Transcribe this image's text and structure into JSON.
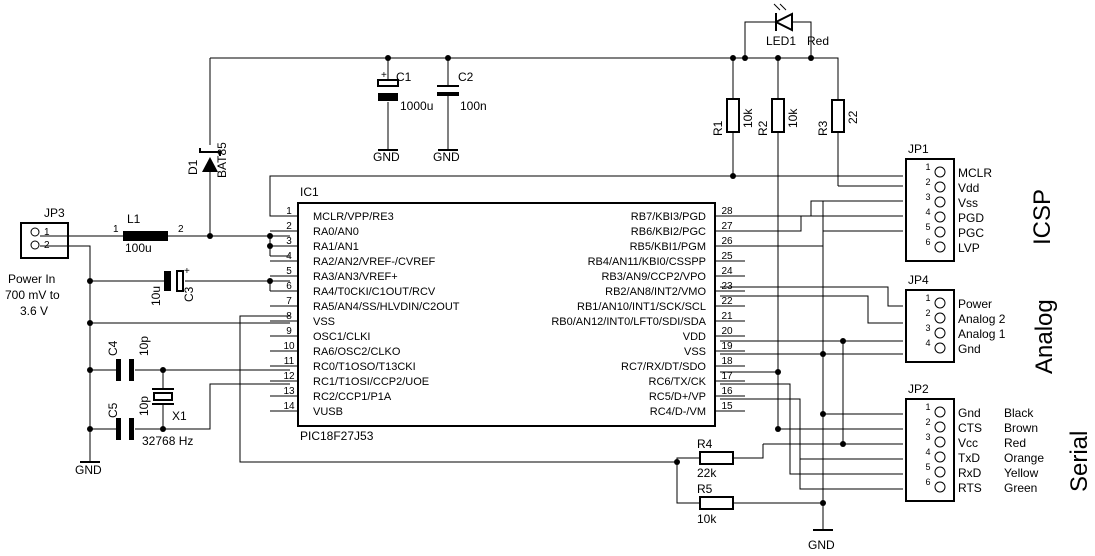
{
  "ic": {
    "name": "IC1",
    "part": "PIC18F27J53",
    "left_pins": [
      {
        "num": "1",
        "label": "MCLR/VPP/RE3"
      },
      {
        "num": "2",
        "label": "RA0/AN0"
      },
      {
        "num": "3",
        "label": "RA1/AN1"
      },
      {
        "num": "4",
        "label": "RA2/AN2/VREF-/CVREF"
      },
      {
        "num": "5",
        "label": "RA3/AN3/VREF+"
      },
      {
        "num": "6",
        "label": "RA4/T0CKI/C1OUT/RCV"
      },
      {
        "num": "7",
        "label": "RA5/AN4/SS/HLVDIN/C2OUT"
      },
      {
        "num": "8",
        "label": "VSS"
      },
      {
        "num": "9",
        "label": "OSC1/CLKI"
      },
      {
        "num": "10",
        "label": "RA6/OSC2/CLKO"
      },
      {
        "num": "11",
        "label": "RC0/T1OSO/T13CKI"
      },
      {
        "num": "12",
        "label": "RC1/T1OSI/CCP2/UOE"
      },
      {
        "num": "13",
        "label": "RC2/CCP1/P1A"
      },
      {
        "num": "14",
        "label": "VUSB"
      }
    ],
    "right_pins": [
      {
        "num": "28",
        "label": "RB7/KBI3/PGD"
      },
      {
        "num": "27",
        "label": "RB6/KBI2/PGC"
      },
      {
        "num": "26",
        "label": "RB5/KBI1/PGM"
      },
      {
        "num": "25",
        "label": "RB4/AN11/KBI0/CSSPP"
      },
      {
        "num": "24",
        "label": "RB3/AN9/CCP2/VPO"
      },
      {
        "num": "23",
        "label": "RB2/AN8/INT2/VMO"
      },
      {
        "num": "22",
        "label": "RB1/AN10/INT1/SCK/SCL"
      },
      {
        "num": "21",
        "label": "RB0/AN12/INT0/LFT0/SDI/SDA"
      },
      {
        "num": "20",
        "label": "VDD"
      },
      {
        "num": "19",
        "label": "VSS"
      },
      {
        "num": "18",
        "label": "RC7/RX/DT/SDO"
      },
      {
        "num": "17",
        "label": "RC6/TX/CK"
      },
      {
        "num": "16",
        "label": "RC5/D+/VP"
      },
      {
        "num": "15",
        "label": "RC4/D-/VM"
      }
    ]
  },
  "components": {
    "jp3": {
      "name": "JP3",
      "pin1": "1",
      "pin2": "2"
    },
    "power_note": [
      "Power In",
      "700 mV to",
      "3.6 V"
    ],
    "l1": {
      "name": "L1",
      "value": "100u",
      "pin1": "1",
      "pin2": "2"
    },
    "d1": {
      "name": "D1",
      "value": "BAT85"
    },
    "c1": {
      "name": "C1",
      "value": "1000u",
      "polarity": "+"
    },
    "c2": {
      "name": "C2",
      "value": "100n"
    },
    "c3": {
      "name": "C3",
      "value": "10u",
      "polarity": "+"
    },
    "c4": {
      "name": "C4",
      "value": "10p"
    },
    "c5": {
      "name": "C5",
      "value": "10p"
    },
    "x1": {
      "name": "X1",
      "value": "32768 Hz"
    },
    "led1": {
      "name": "LED1",
      "color": "Red"
    },
    "r1": {
      "name": "R1",
      "value": "10k"
    },
    "r2": {
      "name": "R2",
      "value": "10k"
    },
    "r3": {
      "name": "R3",
      "value": "22"
    },
    "r4": {
      "name": "R4",
      "value": "22k"
    },
    "r5": {
      "name": "R5",
      "value": "10k"
    },
    "gnd_label": "GND"
  },
  "connectors": {
    "jp1": {
      "name": "JP1",
      "group": "ICSP",
      "pins": [
        {
          "num": "1",
          "label": "MCLR"
        },
        {
          "num": "2",
          "label": "Vdd"
        },
        {
          "num": "3",
          "label": "Vss"
        },
        {
          "num": "4",
          "label": "PGD"
        },
        {
          "num": "5",
          "label": "PGC"
        },
        {
          "num": "6",
          "label": "LVP"
        }
      ]
    },
    "jp4": {
      "name": "JP4",
      "group": "Analog",
      "pins": [
        {
          "num": "1",
          "label": "Power"
        },
        {
          "num": "2",
          "label": "Analog 2"
        },
        {
          "num": "3",
          "label": "Analog 1"
        },
        {
          "num": "4",
          "label": "Gnd"
        }
      ]
    },
    "jp2": {
      "name": "JP2",
      "group": "Serial",
      "pins": [
        {
          "num": "1",
          "label": "Gnd",
          "color": "Black"
        },
        {
          "num": "2",
          "label": "CTS",
          "color": "Brown"
        },
        {
          "num": "3",
          "label": "Vcc",
          "color": "Red"
        },
        {
          "num": "4",
          "label": "TxD",
          "color": "Orange"
        },
        {
          "num": "5",
          "label": "RxD",
          "color": "Yellow"
        },
        {
          "num": "6",
          "label": "RTS",
          "color": "Green"
        }
      ]
    }
  }
}
